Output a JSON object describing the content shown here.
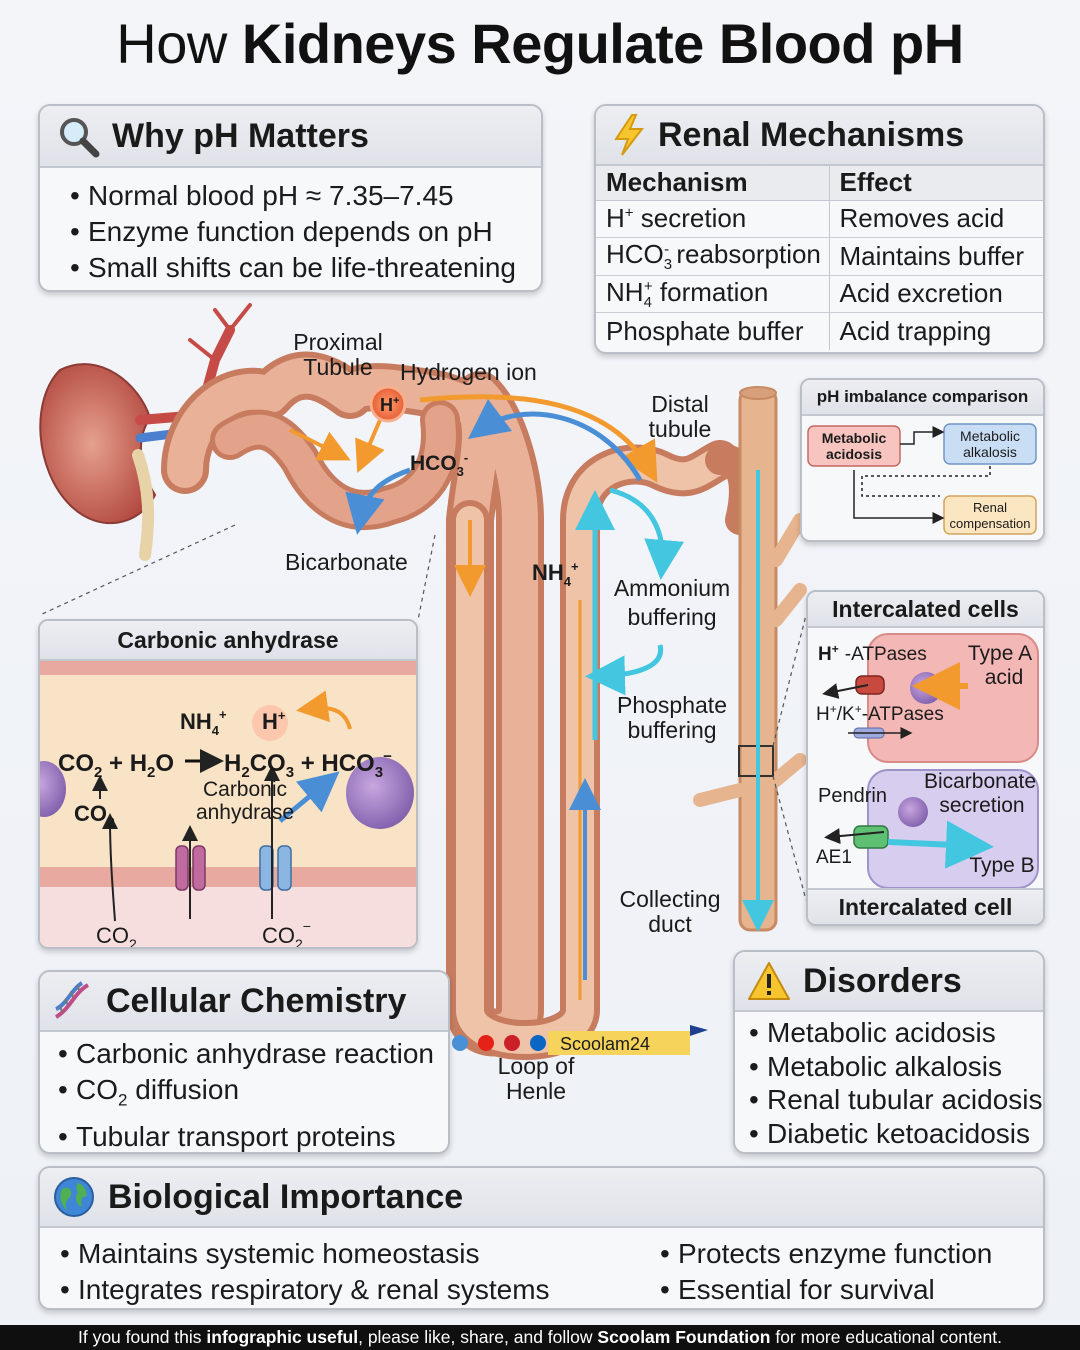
{
  "title": {
    "light": "How ",
    "bold": "Kidneys Regulate Blood pH"
  },
  "why": {
    "heading": "Why pH Matters",
    "icon": "magnifier-icon",
    "bullets": [
      "Normal blood pH ≈ 7.35–7.45",
      "Enzyme function depends on pH",
      "Small shifts can be life-threatening"
    ]
  },
  "mechanisms": {
    "heading": "Renal Mechanisms",
    "icon": "lightning-icon",
    "col_mechanism": "Mechanism",
    "col_effect": "Effect",
    "rows": [
      {
        "m_main": "H",
        "m_sup": "+",
        "m_sub": "",
        "m_rest": " secretion",
        "effect": "Removes acid"
      },
      {
        "m_main": "HCO",
        "m_sup": "-",
        "m_sub": "3",
        "m_rest": " reabsorption",
        "effect": "Maintains buffer"
      },
      {
        "m_main": "NH",
        "m_sup": "+",
        "m_sub": "4",
        "m_rest": " formation",
        "effect": "Acid excretion"
      },
      {
        "m_main": "Phosphate buffer",
        "m_sup": "",
        "m_sub": "",
        "m_rest": "",
        "effect": "Acid trapping"
      }
    ]
  },
  "nephron": {
    "proximal_1": "Proximal",
    "proximal_2": "Tubule",
    "hydrogen_ion": "Hydrogen ion",
    "h_ion": "H",
    "h_ion_sup": "+",
    "hco3": "HCO",
    "hco3_sub": "3",
    "hco3_sup": "-",
    "bicarbonate": "Bicarbonate",
    "distal_1": "Distal",
    "distal_2": "tubule",
    "nh4": "NH",
    "nh4_sub": "4",
    "nh4_sup": "+",
    "ammonium_1": "Ammonium",
    "ammonium_2": "buffering",
    "phosphate_1": "Phosphate",
    "phosphate_2": "buffering",
    "collecting_1": "Collecting",
    "collecting_2": "duct",
    "loop_1": "Loop of",
    "loop_2": "Henle"
  },
  "imbalance": {
    "heading": "pH imbalance comparison",
    "acidosis_1": "Metabolic",
    "acidosis_2": "acidosis",
    "alkalosis_1": "Metabolic",
    "alkalosis_2": "alkalosis",
    "renal_1": "Renal",
    "renal_2": "compensation"
  },
  "intercalated": {
    "heading": "Intercalated cells",
    "footer": "Intercalated cell",
    "h": "H",
    "h_sup": "+",
    "atpases": "-ATPases",
    "type_a_1": "Type A",
    "type_a_2": "acid",
    "hk_1": "H",
    "hk_sup1": "+",
    "hk_2": "/K",
    "hk_sup2": "+",
    "hk_3": "-ATPases",
    "pendrin": "Pendrin",
    "bicarb_1": "Bicarbonate",
    "bicarb_2": "secretion",
    "ae1": "AE1",
    "type_b": "Type B"
  },
  "carbonic": {
    "heading": "Carbonic anhydrase",
    "nh4": "NH",
    "nh4_sub": "4",
    "nh4_sup": "+",
    "h": "H",
    "h_sup": "+",
    "eq_co2": "CO",
    "eq_co2_sub": "2",
    "eq_plus1": " + H",
    "eq_h2o_sub": "2",
    "eq_o": "O",
    "eq_h2co3_a": "H",
    "eq_h2co3_sub1": "2",
    "eq_h2co3_b": "CO",
    "eq_h2co3_sub2": "3",
    "eq_plus2": " + HCO",
    "eq_hco3_sub": "3",
    "eq_hco3_sup": "−",
    "enzyme_1": "Carbonic",
    "enzyme_2": "anhydrase",
    "co2_left": "CO",
    "co2_left_sub": "2",
    "co2_bottom": "CO",
    "co2_bottom_sub": "2",
    "co2_minus": "CO",
    "co2_minus_sub": "2",
    "co2_minus_sup": "−"
  },
  "cellular": {
    "heading": "Cellular Chemistry",
    "icon": "dna-icon",
    "bullet_1": "Carbonic anhydrase reaction",
    "bullet_2_a": "CO",
    "bullet_2_sub": "2",
    "bullet_2_b": " diffusion",
    "bullet_3": "Tubular transport proteins"
  },
  "disorders": {
    "heading": "Disorders",
    "icon": "warning-icon",
    "bullets": [
      "Metabolic acidosis",
      "Metabolic alkalosis",
      "Renal tubular acidosis",
      "Diabetic ketoacidosis"
    ]
  },
  "biological": {
    "heading": "Biological Importance",
    "icon": "globe-icon",
    "left": [
      "Maintains systemic homeostasis",
      "Integrates respiratory & renal systems"
    ],
    "right": [
      "Protects enzyme function",
      "Essential for survival"
    ]
  },
  "watermark": {
    "handle": "Scoolam24"
  },
  "footer": {
    "p1": "If you found this ",
    "b1": "infographic useful",
    "p2": ", please like, share, and follow ",
    "b2": "Scoolam Foundation",
    "p3": " for more educational content."
  },
  "colors": {
    "tubule": "#e3a98c",
    "tubule_dark": "#c77c5f",
    "acid_arrow": "#f29a2e",
    "base_arrow": "#4a8fd6",
    "cyan_arrow": "#43c6e0",
    "kidney": "#c75a52"
  }
}
